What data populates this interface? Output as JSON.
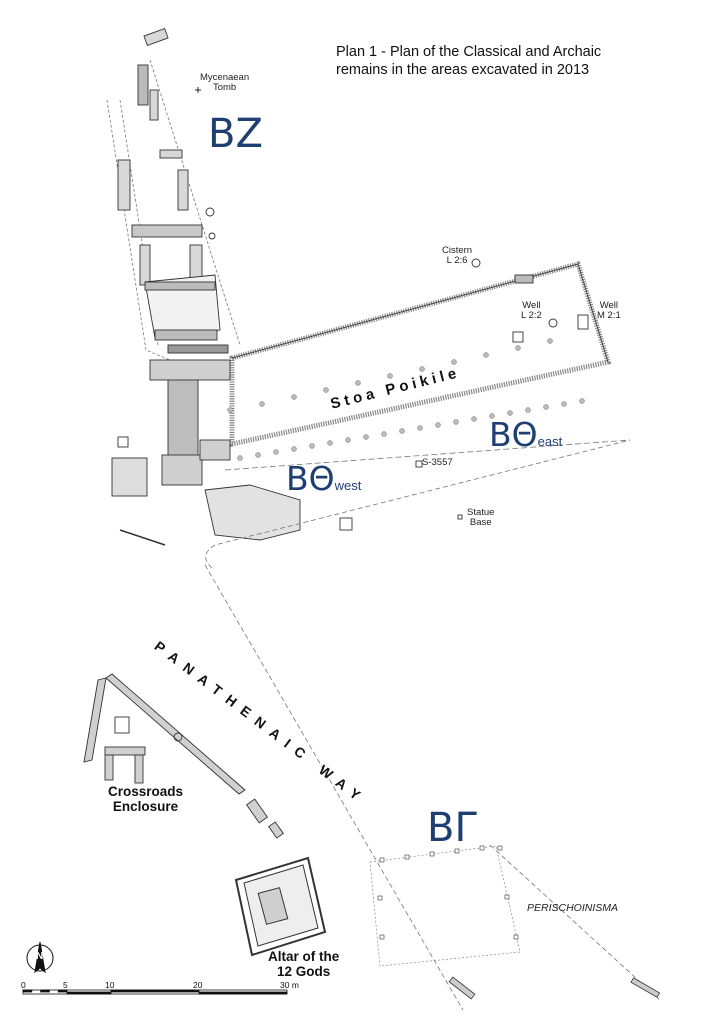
{
  "title": {
    "line1": "Plan 1 -  Plan of the Classical and Archaic",
    "line2": "remains in the areas excavated in 2013"
  },
  "zones": {
    "bz": "BZ",
    "btheta": "BΘ",
    "btheta_west_suffix": "west",
    "btheta_east_suffix": "east",
    "bgamma": "BΓ"
  },
  "features": {
    "mycenaean_tomb_1": "Mycenaean",
    "mycenaean_tomb_2": "Tomb",
    "cistern_1": "Cistern",
    "cistern_2": "L 2:6",
    "well_l_1": "Well",
    "well_l_2": "L 2:2",
    "well_m_1": "Well",
    "well_m_2": "M 2:1",
    "stoa": "Stoa Poikile",
    "s3557": "S-3557",
    "statue_1": "Statue",
    "statue_2": "Base",
    "panathenaic_way": "PANATHENAIC WAY",
    "crossroads_1": "Crossroads",
    "crossroads_2": "Enclosure",
    "altar_1": "Altar of the",
    "altar_2": "12 Gods",
    "perischoinisma": "PERISCHOINISMA"
  },
  "north_arrow": {
    "label": "N",
    "icon": "north-arrow-icon"
  },
  "scale_bar": {
    "ticks": [
      "0",
      "5",
      "10",
      "20",
      "30 m"
    ],
    "values": [
      0,
      5,
      10,
      20,
      30
    ],
    "unit": "m"
  },
  "colors": {
    "zone_label": "#1f3f73",
    "walls": "#555555",
    "ink": "#1a1a1a"
  }
}
